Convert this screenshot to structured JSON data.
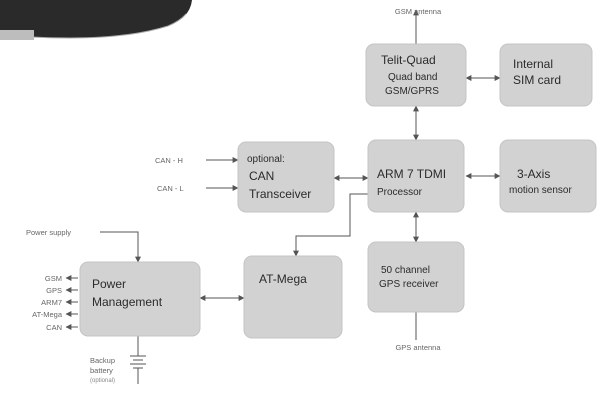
{
  "labels": {
    "gsm_antenna": "GSM antenna",
    "gps_antenna": "GPS antenna",
    "can_h": "CAN - H",
    "can_l": "CAN - L",
    "power_supply": "Power supply",
    "outputs": [
      "GSM",
      "GPS",
      "ARM7",
      "AT-Mega",
      "CAN"
    ],
    "backup_battery": [
      "Backup",
      "battery",
      "(optional)"
    ]
  },
  "blocks": {
    "telit": [
      "Telit-Quad",
      "Quad band",
      "GSM/GPRS"
    ],
    "sim": [
      "Internal",
      "SIM card"
    ],
    "can": [
      "optional:",
      "CAN",
      "Transceiver"
    ],
    "arm": [
      "ARM 7 TDMI",
      "Processor"
    ],
    "motion": [
      "3-Axis",
      "motion sensor"
    ],
    "power": [
      "Power",
      "Management"
    ],
    "atmega": [
      "AT-Mega"
    ],
    "gps": [
      "50 channel",
      "GPS receiver"
    ]
  },
  "colors": {
    "block_fill": "#d2d2d2",
    "line": "#555555",
    "device_body": "#2a2a2a"
  }
}
